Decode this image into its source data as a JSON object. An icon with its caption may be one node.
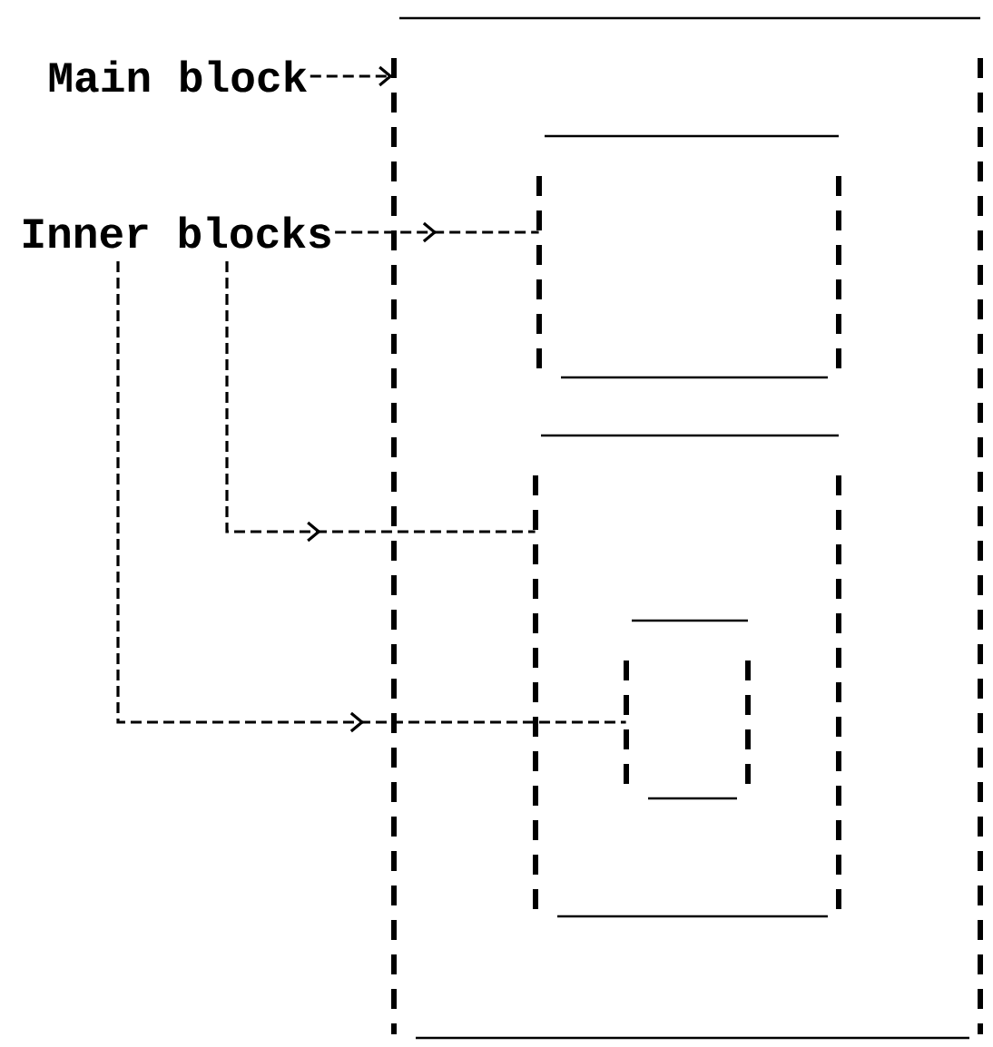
{
  "diagram": {
    "nodes": [
      {
        "text": [
          "Main block"
        ]
      },
      {
        "text": [
          "Inner blocks"
        ]
      },
      {
        "text": [],
        "shape": "box"
      },
      {
        "text": [],
        "shape": "box",
        "in": 2
      },
      {
        "text": [],
        "shape": "box",
        "in": 2
      },
      {
        "text": [],
        "shape": "box",
        "in": 4
      }
    ],
    "edges": [
      {
        "from": 0,
        "to": 2,
        "arrow": "to"
      },
      {
        "from": 1,
        "to": 3,
        "arrow": "to"
      },
      {
        "from": 1,
        "to": 4,
        "arrow": "to"
      },
      {
        "from": 1,
        "to": 5,
        "arrow": "to"
      }
    ]
  }
}
